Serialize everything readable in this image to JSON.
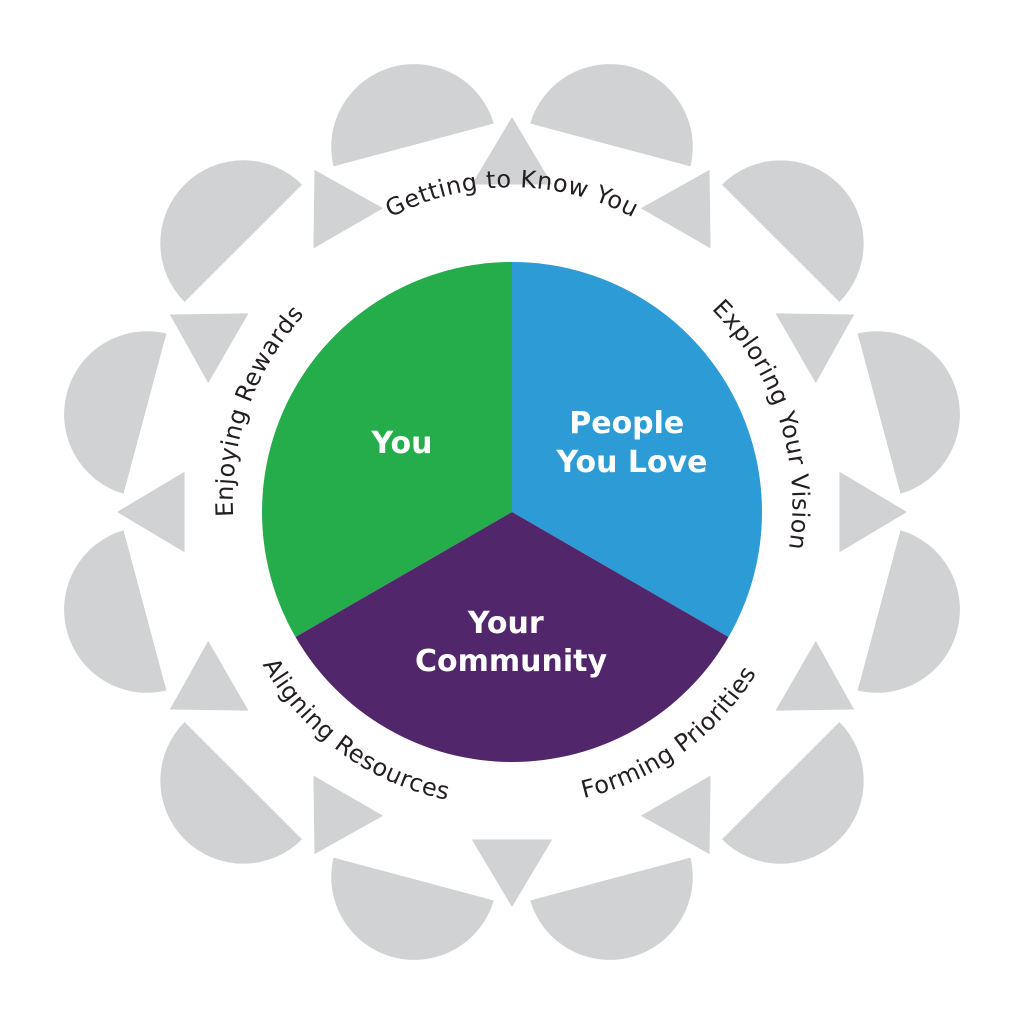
{
  "colors": {
    "background": "#ffffff",
    "decoration": "#d1d2d4",
    "you": "#25ad4c",
    "people_you_love": "#2d9bd6",
    "your_community": "#51266a",
    "ring_text": "#231f20",
    "segment_text": "#ffffff"
  },
  "center": {
    "segments": [
      {
        "key": "you",
        "lines": [
          "You"
        ],
        "color": "#25ad4c"
      },
      {
        "key": "people-you-love",
        "lines": [
          "People",
          "You Love"
        ],
        "color": "#2d9bd6"
      },
      {
        "key": "your-community",
        "lines": [
          "Your",
          "Community"
        ],
        "color": "#51266a"
      }
    ]
  },
  "ring": {
    "labels": [
      "Getting to Know You",
      "Exploring Your Vision",
      "Forming Priorities",
      "Aligning Resources",
      "Enjoying Rewards"
    ]
  },
  "decoration": {
    "petal_count": 12,
    "triangle_count": 12
  }
}
